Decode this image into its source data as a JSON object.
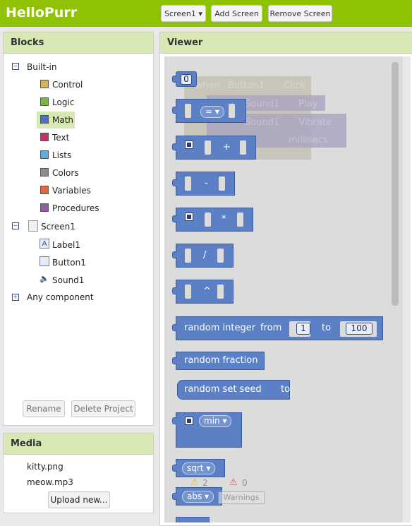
{
  "app": {
    "title": "HelloPurr"
  },
  "toolbar": {
    "screen_select": "Screen1 ▾",
    "add_screen": "Add Screen",
    "remove_screen": "Remove Screen"
  },
  "blocks_panel": {
    "title": "Blocks",
    "builtin_label": "Built-in",
    "builtin_items": [
      {
        "label": "Control",
        "color": "#d4b25a"
      },
      {
        "label": "Logic",
        "color": "#77b53c"
      },
      {
        "label": "Math",
        "color": "#4a73c4"
      },
      {
        "label": "Text",
        "color": "#c2345f"
      },
      {
        "label": "Lists",
        "color": "#5aaedc"
      },
      {
        "label": "Colors",
        "color": "#8c8c8c"
      },
      {
        "label": "Variables",
        "color": "#e2683a"
      },
      {
        "label": "Procedures",
        "color": "#8d5fa3"
      }
    ],
    "screen_label": "Screen1",
    "components": [
      {
        "label": "Label1",
        "icon": "label-icon"
      },
      {
        "label": "Button1",
        "icon": "button-icon"
      },
      {
        "label": "Sound1",
        "icon": "speaker-icon"
      }
    ],
    "any_component": "Any component",
    "rename": "Rename",
    "delete_project": "Delete Project",
    "selected_item": "Math"
  },
  "media_panel": {
    "title": "Media",
    "files": [
      "kitty.png",
      "meow.mp3"
    ],
    "upload": "Upload new..."
  },
  "viewer": {
    "title": "Viewer",
    "background_blocks": {
      "when": "when",
      "button": "Button1",
      "click": ".Click",
      "sound_a": "Sound1",
      "play": ".Play",
      "sound_b": "Sound1",
      "vibrate": ".Vibrate",
      "millisecs": "millisecs"
    },
    "blocks": {
      "number_value": "0",
      "compare_op": "= ▾",
      "add_op": "+",
      "sub_op": "-",
      "mul_op": "*",
      "div_op": "/",
      "pow_op": "^",
      "random_int": "random integer",
      "random_from": "from",
      "random_from_val": "1",
      "random_to": "to",
      "random_to_val": "100",
      "random_fraction": "random fraction",
      "random_seed": "random set seed",
      "random_seed_to": "to",
      "min_label": "min ▾",
      "sqrt_label": "sqrt ▾",
      "abs_label": "abs ▾"
    },
    "warnings": {
      "warning_count": "2",
      "error_count": "0",
      "toggle": "Warnings"
    }
  }
}
